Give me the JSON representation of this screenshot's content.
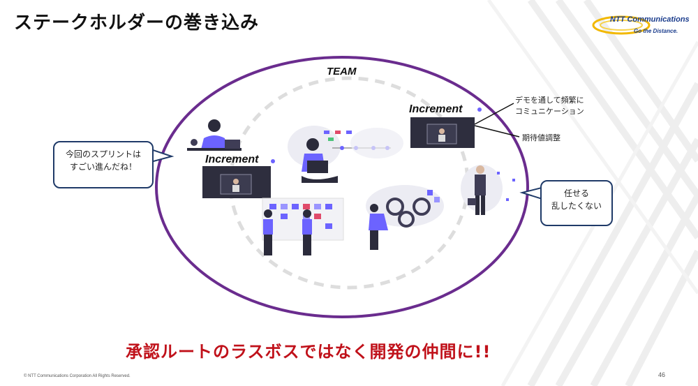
{
  "slide": {
    "title": "ステークホルダーの巻き込み",
    "team_label": "TEAM",
    "increment_label_top": "Increment",
    "increment_label_left": "Increment",
    "note_demo": [
      "デモを通して頻繁に",
      "コミュニケーション"
    ],
    "note_expectation": "期待値調整",
    "bubble_left": [
      "今回のスプリントは",
      "すごい進んだね！"
    ],
    "bubble_right": [
      "任せる",
      "乱したくない"
    ],
    "tagline": "承認ルートのラスボスではなく開発の仲間に!!",
    "copyright": "© NTT Communications Corporation All Rights Reserved.",
    "page_number": "46"
  },
  "logo": {
    "name": "NTT Communications",
    "tagline": "Go the Distance."
  },
  "colors": {
    "ellipse": "#6a2c8e",
    "accent_purple": "#6c63ff",
    "navy": "#1f3a68",
    "tagline_red": "#c0111a"
  }
}
